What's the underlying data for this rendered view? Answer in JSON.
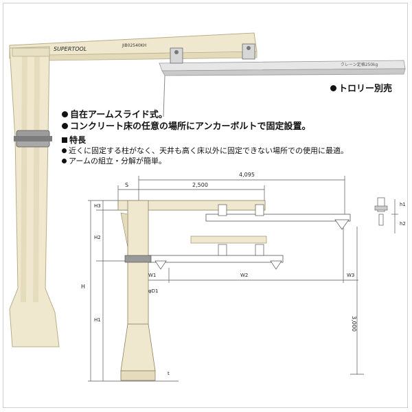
{
  "photo": {
    "brand_text": "SUPERTOOL",
    "model_text": "JIB02540KH",
    "beam_label": "クレーン定格250kg"
  },
  "trolley_note": "トロリー別売",
  "bullets": [
    "自在アームスライド式。",
    "コンクリート床の任意の場所にアンカーボルトで固定設置。"
  ],
  "features": {
    "heading": "特長",
    "items": [
      "近くに固定する柱がなく、天井も高く床以外に固定できない場所での使用に最適。",
      "アームの組立・分解が簡単。"
    ]
  },
  "diagram": {
    "dims": {
      "total_width": "4,095",
      "arm_length": "2,500",
      "height": "3,000"
    },
    "labels": {
      "s": "S",
      "h3": "H3",
      "h2": "H2",
      "h": "H",
      "h1": "H1",
      "w1": "W1",
      "w2": "W2",
      "w3": "W3",
      "d1": "φD1",
      "t": "t",
      "small_h1": "h1",
      "small_h2": "h2"
    }
  },
  "colors": {
    "crane_cream": "#efe8cf",
    "crane_edge": "#b8ad88",
    "rail_grey": "#c9c9c9",
    "dim_line": "#555555"
  }
}
